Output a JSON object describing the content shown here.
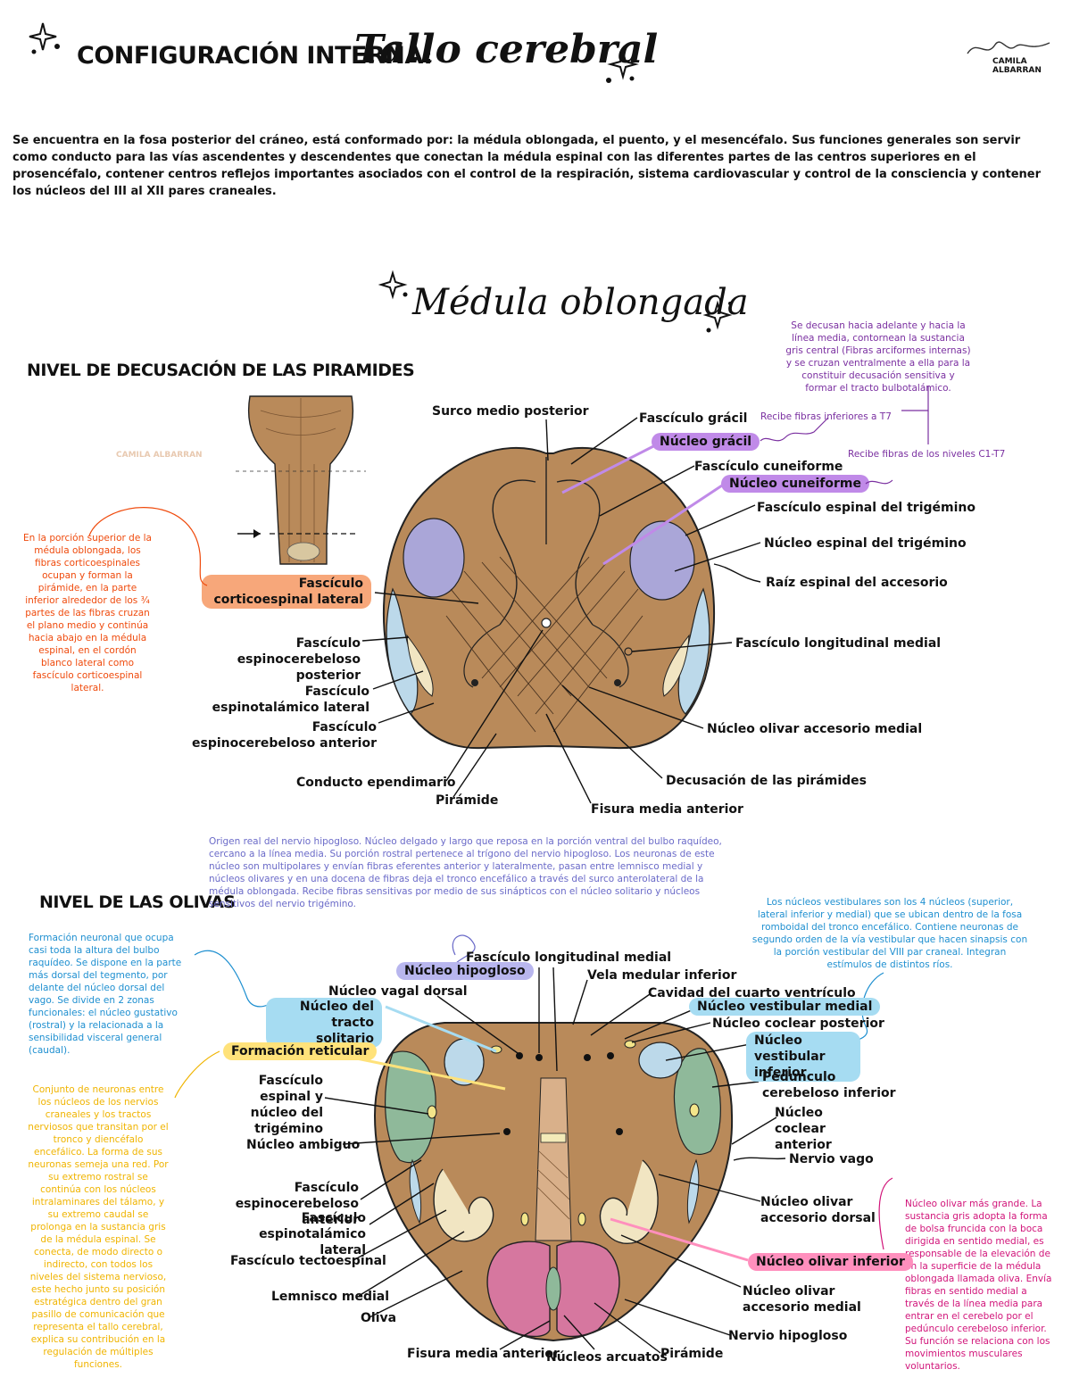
{
  "header": {
    "title_caps": "CONFIGURACIÓN INTERNA:",
    "title_script": "Tallo cerebral",
    "author": "CAMILA ALBARRAN",
    "intro": "Se encuentra en la fosa posterior del cráneo, está conformado por: la médula oblongada, el puento, y el mesencéfalo. Sus funciones generales son servir como conducto para las vías ascendentes y descendentes que conectan la médula espinal con las diferentes partes de las centros superiores en el prosencéfalo, contener centros reflejos importantes asociados con el control de la respiración, sistema cardiovascular y control de la consciencia y contener los núcleos del III al XII pares craneales."
  },
  "section_title": "Médula oblongada",
  "level1": {
    "heading": "NIVEL DE DECUSACIÓN DE LAS PIRAMIDES",
    "labels": {
      "surco": "Surco medio posterior",
      "fgracil": "Fascículo grácil",
      "ngracil": "Núcleo grácil",
      "fcune": "Fascículo cuneiforme",
      "ncune": "Núcleo cuneiforme",
      "fespt": "Fascículo espinal del trigémino",
      "nespt": "Núcleo espinal del trigémino",
      "raiz": "Raíz espinal del accesorio",
      "flm": "Fascículo longitudinal medial",
      "noam": "Núcleo olivar accesorio medial",
      "decus": "Decusación de las pirámides",
      "fisura": "Fisura media anterior",
      "piramide": "Pirámide",
      "conducto": "Conducto ependimario",
      "fecant": "Fascículo espinocerebeloso anterior",
      "fetl": "Fascículo espinotalámico lateral",
      "fecpost": "Fascículo espinocerebeloso posterior",
      "fcel": "Fascículo corticoespinal lateral"
    },
    "notes": {
      "orange": "En la porción superior de la médula oblongada, los fibras corticoespinales ocupan y forman la pirámide, en la parte inferior alrededor de los ¾ partes de las fibras cruzan el plano medio y continúa hacia abajo en la médula espinal, en el cordón blanco lateral como fascículo corticoespinal lateral.",
      "purple_top": "Se decusan hacia adelante y hacia la línea media, contornean la sustancia gris central (Fibras arciformes internas) y se cruzan ventralmente a ella para la constituir decusación sensitiva y formar el tracto bulbotalámico.",
      "gracil": "Recibe fibras inferiores a T7",
      "cune": "Recibe fibras de los niveles C1-T7"
    }
  },
  "level2": {
    "heading": "NIVEL DE LAS OLIVAS",
    "labels": {
      "flm": "Fascículo longitudinal medial",
      "nhipo": "Núcleo hipogloso",
      "vmi": "Vela medular inferior",
      "nvago": "Núcleo vagal dorsal",
      "cavidad": "Cavidad del cuarto ventrículo",
      "ntractos": "Núcleo del tracto solitario",
      "nvm": "Núcleo vestibular medial",
      "ncp": "Núcleo coclear posterior",
      "nvi": "Núcleo vestibular inferior",
      "freti": "Formación reticular",
      "pci": "Pedúnculo cerebeloso inferior",
      "fespt2": "Fascículo espinal y núcleo del trigémino",
      "nca": "Núcleo coclear anterior",
      "namb": "Núcleo ambiguo",
      "nervago": "Nervio vago",
      "fecant2": "Fascículo espinocerebeloso anterior",
      "nooad": "Núcleo olivar accesorio dorsal",
      "fetl2": "Fascículo espinotalámico lateral",
      "noi": "Núcleo olivar inferior",
      "ftecto": "Fascículo tectoespinal",
      "noam2": "Núcleo olivar accesorio medial",
      "lemnisco": "Lemnisco medial",
      "nhipogloso": "Nervio hipogloso",
      "oliva": "Oliva",
      "fisura2": "Fisura media anterior",
      "narc": "Núcleos arcuatos",
      "piramide2": "Pirámide"
    },
    "notes": {
      "indigo": "Origen real del nervio hipogloso. Núcleo delgado y largo que reposa en la porción ventral del bulbo raquídeo, cercano a la línea media. Su porción rostral pertenece al trígono del nervio hipogloso. Los neuronas de este núcleo son multipolares y envían fibras eferentes anterior y lateralmente, pasan entre lemnisco medial y núcleos olivares y en una docena de fibras deja el tronco encefálico a través del surco anterolateral de la médula oblongada. Recibe fibras sensitivas por medio de sus sinápticos con el núcleo solitario y núcleos sensitivos del nervio trigémino.",
      "blue_left": "Formación neuronal que ocupa casi toda la altura del bulbo raquídeo. Se dispone en la parte más dorsal del tegmento, por delante del núcleo dorsal del vago. Se divide en 2 zonas funcionales: el núcleo gustativo (rostral) y la relacionada a la sensibilidad visceral general (caudal).",
      "blue_right": "Los núcleos vestibulares son los 4 núcleos (superior, lateral inferior y medial) que se ubican dentro de la fosa romboidal del tronco encefálico. Contiene neuronas de segundo orden de la vía vestibular que hacen sinapsis con la porción vestibular del VIII par craneal. Integran estímulos de distintos ríos.",
      "yellow": "Conjunto de neuronas entre los núcleos de los nervios craneales y los tractos nerviosos que transitan por el tronco y diencéfalo encefálico. La forma de sus neuronas semeja una red. Por su extremo rostral se continúa con los núcleos intralaminares del tálamo, y su extremo caudal se prolonga en la sustancia gris de la médula espinal. Se conecta, de modo directo o indirecto, con todos los niveles del sistema nervioso, este hecho junto su posición estratégica dentro del gran pasillo de comunicación que representa el tallo cerebral, explica su contribución en la regulación de múltiples funciones.",
      "magenta": "Núcleo olivar más grande. La sustancia gris adopta la forma de bolsa fruncida con la boca dirigida en sentido medial, es responsable de la elevación de en la superficie de la médula oblongada llamada oliva. Envía fibras en sentido medial a través de la línea media para entrar en el cerebelo por el pedúnculo cerebeloso inferior. Su función se relaciona con los movimientos musculares voluntarios."
    }
  },
  "colors": {
    "tissue": "#b98a5a",
    "tissue_dark": "#a77a4c",
    "lavender": "#aaa6d8",
    "lightblue": "#bcd9ea",
    "cream": "#f1e5c2",
    "green": "#8fb99a",
    "pink": "#d6779f",
    "orange_hl": "#f7a77a",
    "purple_hl": "#c08ae8",
    "blue_hl": "#a6dcf2",
    "yellow_hl": "#ffe27a",
    "magenta_hl": "#ff8fbd",
    "indigo_hl": "#b8b6ee"
  }
}
